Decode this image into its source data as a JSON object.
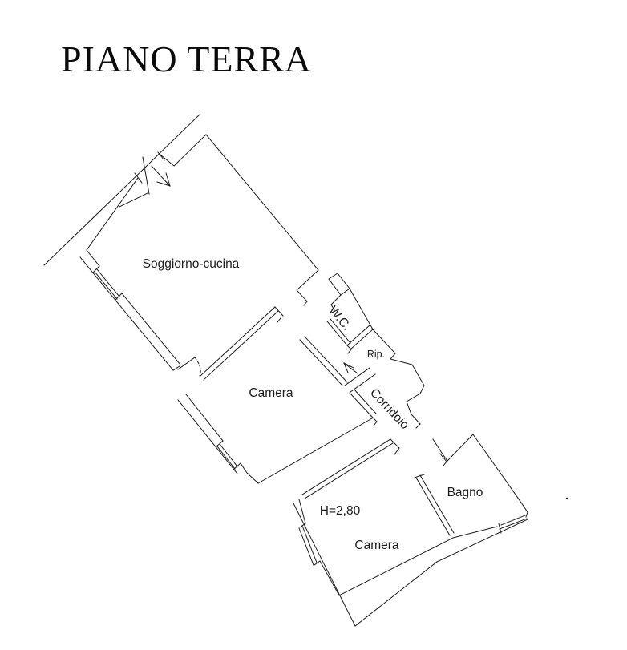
{
  "title": "PIANO TERRA",
  "plan": {
    "background": "#ffffff",
    "line_color": "#1c1c1c",
    "rooms": [
      {
        "id": "soggiorno-cucina",
        "label": "Soggiorno-cucina"
      },
      {
        "id": "camera-1",
        "label": "Camera"
      },
      {
        "id": "wc",
        "label": "W.C."
      },
      {
        "id": "ripostiglio",
        "label": "Rip."
      },
      {
        "id": "corridoio",
        "label": "Corridoio"
      },
      {
        "id": "bagno",
        "label": "Bagno"
      },
      {
        "id": "camera-2",
        "label": "Camera"
      }
    ],
    "annotations": [
      {
        "id": "altezza-soffitto",
        "label": "H=2,80"
      }
    ]
  }
}
